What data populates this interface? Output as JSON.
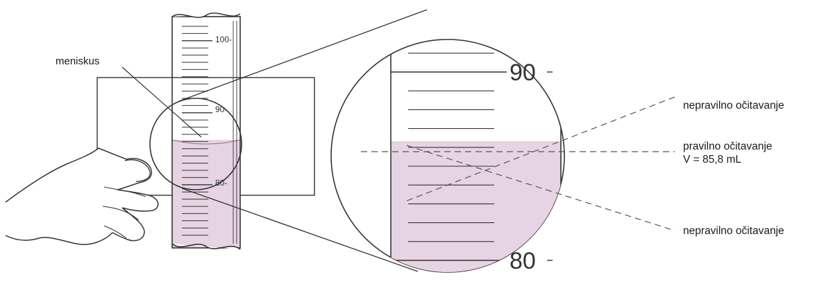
{
  "labels": {
    "meniscus": "meniskus",
    "incorrect_top": "nepravilno očitavanje",
    "correct": "pravilno očitavanje",
    "volume": "V = 85,8 mL",
    "incorrect_bottom": "nepravilno očitavanje"
  },
  "cylinder_ticks": [
    "100-",
    "90-",
    "80-"
  ],
  "zoom_ticks": [
    "90",
    "80"
  ],
  "colors": {
    "liquid": "#e6d3e3",
    "line": "#2b2b2b",
    "outline": "#333333",
    "dashed": "#555555"
  }
}
